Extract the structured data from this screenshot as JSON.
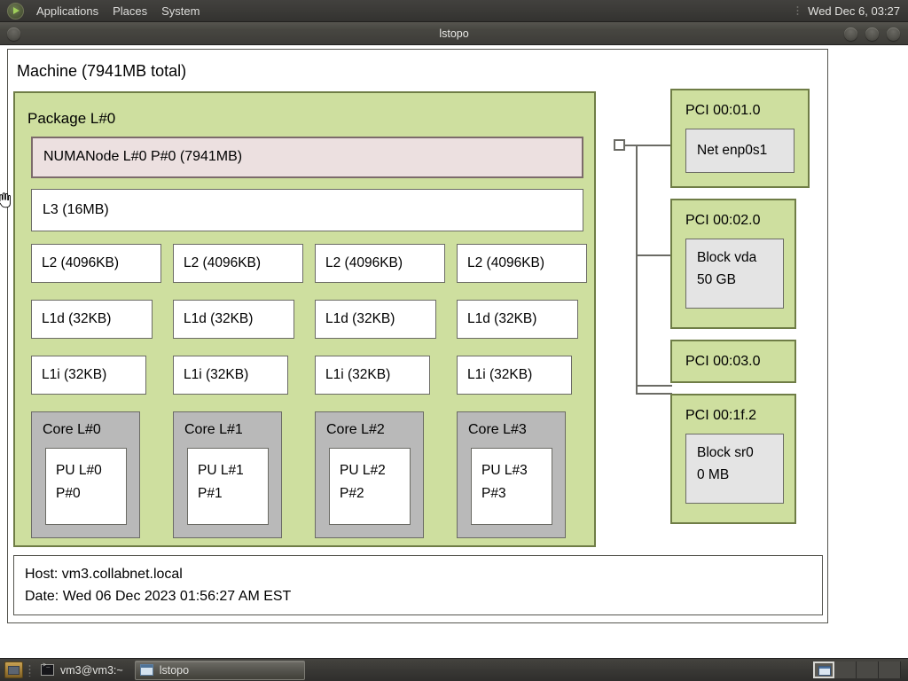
{
  "panel": {
    "menus": [
      "Applications",
      "Places",
      "System"
    ],
    "app_menu_icon": "applications-menu-icon",
    "clock": "Wed Dec  6, 03:27"
  },
  "window": {
    "title": "lstopo",
    "buttons": {
      "menu": "window-menu",
      "minimize": "minimize",
      "maximize": "maximize",
      "close": "close"
    }
  },
  "topology": {
    "machine": "Machine (7941MB total)",
    "package": "Package L#0",
    "numanode": "NUMANode L#0 P#0 (7941MB)",
    "l3": "L3 (16MB)",
    "l2": [
      "L2 (4096KB)",
      "L2 (4096KB)",
      "L2 (4096KB)",
      "L2 (4096KB)"
    ],
    "l1d": [
      "L1d (32KB)",
      "L1d (32KB)",
      "L1d (32KB)",
      "L1d (32KB)"
    ],
    "l1i": [
      "L1i (32KB)",
      "L1i (32KB)",
      "L1i (32KB)",
      "L1i (32KB)"
    ],
    "cores": [
      {
        "label": "Core L#0",
        "pu_l": "PU L#0",
        "pu_p": "P#0"
      },
      {
        "label": "Core L#1",
        "pu_l": "PU L#1",
        "pu_p": "P#1"
      },
      {
        "label": "Core L#2",
        "pu_l": "PU L#2",
        "pu_p": "P#2"
      },
      {
        "label": "Core L#3",
        "pu_l": "PU L#3",
        "pu_p": "P#3"
      }
    ],
    "pci": [
      {
        "title": "PCI 00:01.0",
        "child_line1": "Net enp0s1",
        "child_line2": ""
      },
      {
        "title": "PCI 00:02.0",
        "child_line1": "Block vda",
        "child_line2": "50 GB"
      },
      {
        "title": "PCI 00:03.0",
        "child_line1": "",
        "child_line2": ""
      },
      {
        "title": "PCI 00:1f.2",
        "child_line1": "Block sr0",
        "child_line2": "0 MB"
      }
    ],
    "footer": {
      "host": "Host: vm3.collabnet.local",
      "date": "Date: Wed 06 Dec 2023 01:56:27 AM EST"
    }
  },
  "taskbar": {
    "show_desktop_icon": "show-desktop-icon",
    "tasks": [
      {
        "label": "vm3@vm3:~",
        "icon": "terminal-icon",
        "active": false
      },
      {
        "label": "lstopo",
        "icon": "window-icon",
        "active": true
      }
    ]
  },
  "colors": {
    "package_green": "#cedf9f",
    "package_border": "#6f7d46",
    "numa_pink": "#ece0e0",
    "core_grey": "#b9b9b9",
    "pci_child_grey": "#e4e4e4",
    "box_border": "#6b6b65"
  }
}
